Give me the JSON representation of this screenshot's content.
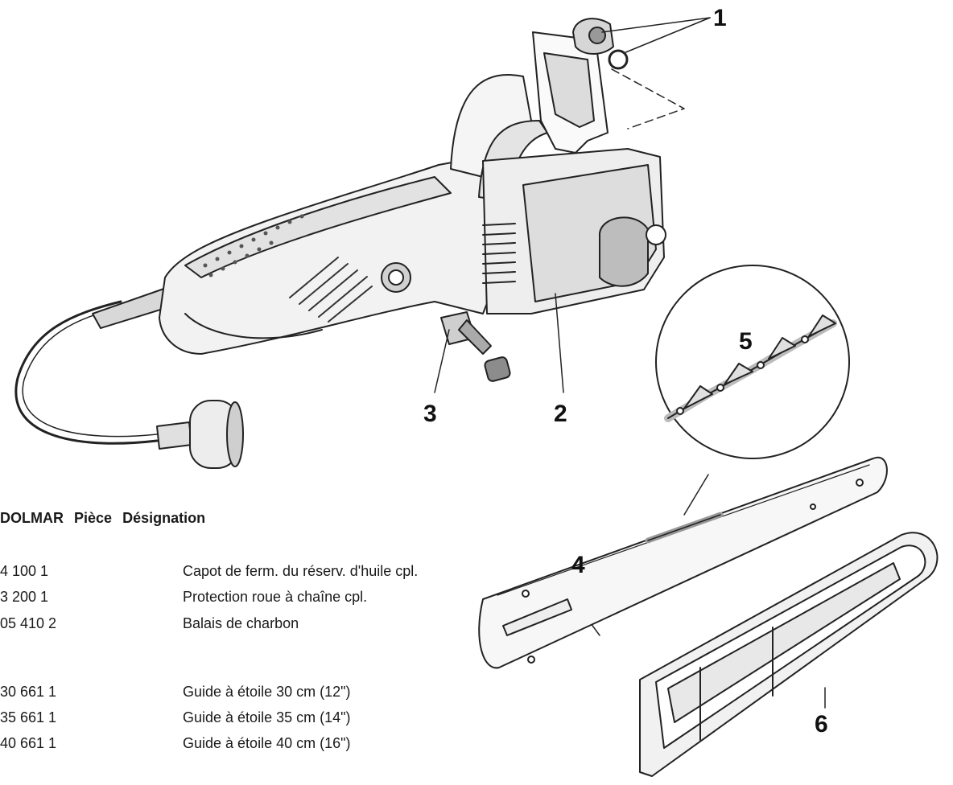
{
  "callouts": {
    "c1": "1",
    "c2": "2",
    "c3": "3",
    "c4": "4",
    "c5": "5",
    "c6": "6"
  },
  "table": {
    "headers": [
      "DOLMAR",
      "Pièce",
      "Désignation"
    ],
    "rows": [
      {
        "part": "4 100  1",
        "designation": "Capot de ferm. du réserv. d'huile cpl."
      },
      {
        "part": "3 200  1",
        "designation": "Protection roue à chaîne cpl."
      },
      {
        "part": "05 410  2",
        "designation": "Balais de charbon"
      },
      {
        "part": "30 661  1",
        "designation": "Guide à étoile 30 cm (12\")"
      },
      {
        "part": "35 661  1",
        "designation": "Guide à étoile 35 cm (14\")"
      },
      {
        "part": "40 661  1",
        "designation": "Guide à étoile 40 cm (16\")"
      }
    ]
  }
}
